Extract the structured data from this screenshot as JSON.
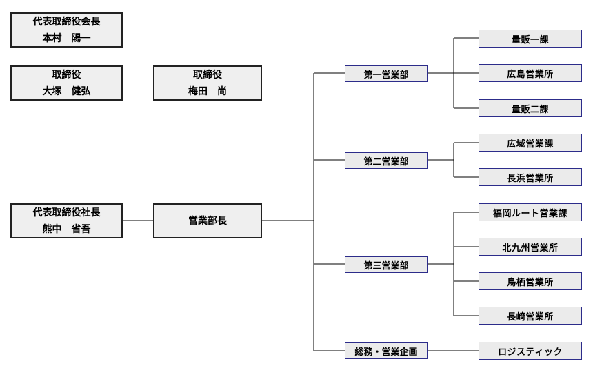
{
  "executives": {
    "chairman": {
      "title": "代表取締役会長",
      "name": "本村　陽一"
    },
    "director1": {
      "title": "取締役",
      "name": "大塚　健弘"
    },
    "director2": {
      "title": "取締役",
      "name": "梅田　尚"
    },
    "president": {
      "title": "代表取締役社長",
      "name": "熊中　省吾"
    }
  },
  "sales_head": "営業部長",
  "departments": [
    {
      "name": "第一営業部",
      "units": [
        "量販一課",
        "広島営業所",
        "量販二課"
      ]
    },
    {
      "name": "第二営業部",
      "units": [
        "広域営業課",
        "長浜営業所"
      ]
    },
    {
      "name": "第三営業部",
      "units": [
        "福岡ルート営業課",
        "北九州営業所",
        "鳥栖営業所",
        "長崎営業所"
      ]
    },
    {
      "name": "総務・営業企画",
      "units": [
        "ロジスティック"
      ]
    }
  ]
}
